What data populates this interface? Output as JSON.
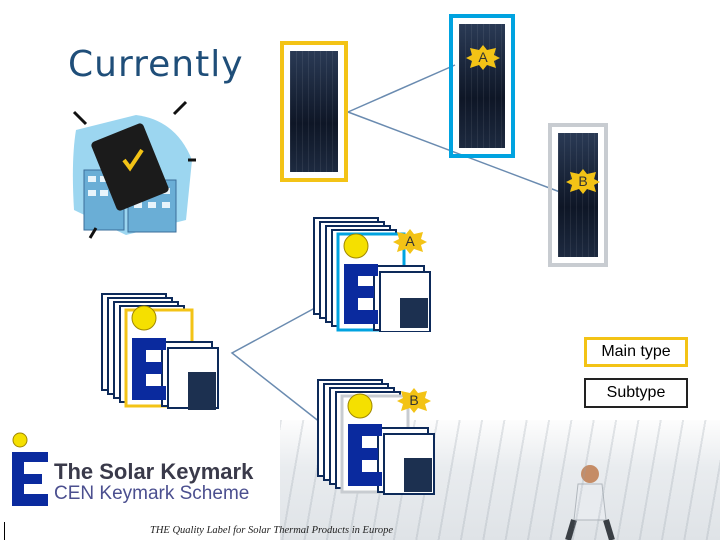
{
  "slide": {
    "title": "Currently"
  },
  "badges": {
    "top_a": "A",
    "top_b": "B",
    "stack_a": "A",
    "stack_b": "B"
  },
  "legend": {
    "main_type": "Main type",
    "subtype": "Subtype"
  },
  "logo": {
    "name": "The Solar Keymark",
    "scheme": "CEN Keymark Scheme",
    "tagline": "THE Quality Label for Solar Thermal Products in Europe"
  },
  "colors": {
    "main_type_border": "#f3c316",
    "subtype_border": "#222222",
    "selected_border": "#00a3e0",
    "title": "#1f4e79",
    "keymark_blue": "#0a2a9e",
    "keymark_yellow": "#f5e000"
  }
}
